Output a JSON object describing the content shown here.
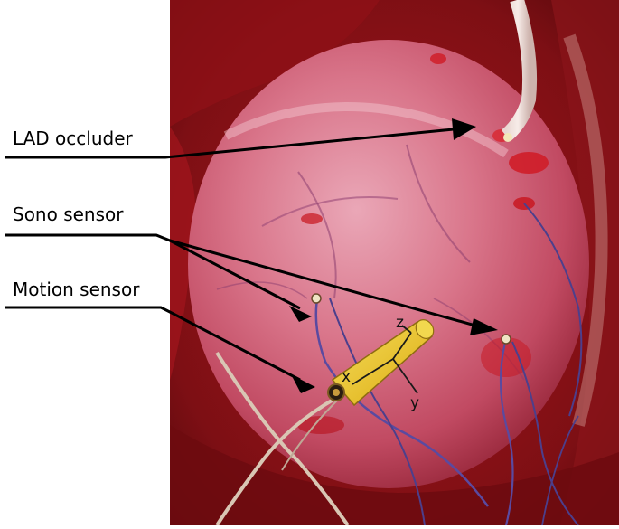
{
  "labels": {
    "lad_occluder": "LAD occluder",
    "sono_sensor": "Sono sensor",
    "motion_sensor": "Motion sensor"
  },
  "axes": {
    "x": "x",
    "y": "y",
    "z": "z"
  },
  "colors": {
    "background": "#ffffff",
    "tissue_dark": "#7d0f14",
    "heart_surface": "#d66a7e",
    "arrow": "#000000",
    "sensor": "#e8c83a",
    "suture": "#5a4aa0"
  },
  "photo_subject": "surgical heart with attached sensors"
}
